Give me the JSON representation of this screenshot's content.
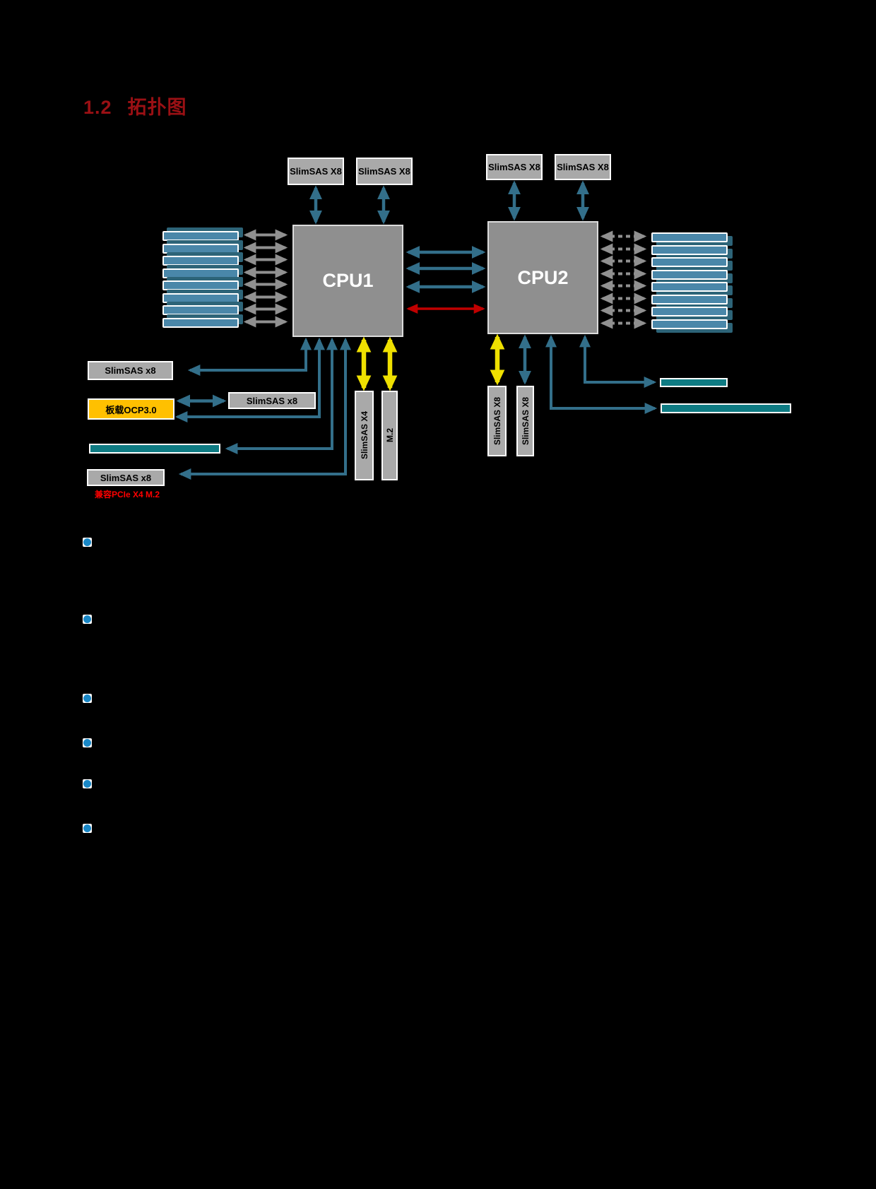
{
  "page": {
    "background_color": "#000000"
  },
  "heading": {
    "number": "1.2",
    "title": "拓扑图",
    "color": "#9A1014"
  },
  "diagram": {
    "cpus": [
      {
        "label": "CPU1"
      },
      {
        "label": "CPU2"
      }
    ],
    "top_connectors": [
      {
        "label": "SlimSAS X8"
      },
      {
        "label": "SlimSAS X8"
      },
      {
        "label": "SlimSAS X8"
      },
      {
        "label": "SlimSAS X8"
      }
    ],
    "left_panel": {
      "slimsas_upper": {
        "label": "SlimSAS x8"
      },
      "ocp": {
        "label": "板载OCP3.0",
        "color": "#FFC000"
      },
      "slimsas_middle": {
        "label": "SlimSAS x8"
      },
      "slimsas_lower": {
        "label": "SlimSAS x8"
      },
      "note": {
        "text": "兼容PCIe X4 M.2",
        "color": "#FF0000"
      }
    },
    "cpu1_vertical_connectors": [
      {
        "label": "SlimSAS X4"
      },
      {
        "label": "M.2"
      }
    ],
    "cpu2_vertical_connectors": [
      {
        "label": "SlimSAS X8"
      },
      {
        "label": "SlimSAS X8"
      }
    ],
    "memory": {
      "left_dimm_slots": 8,
      "right_dimm_slots": 8
    },
    "colors": {
      "cpu_fill": "#8F8F8F",
      "connector_fill": "#A9A9A9",
      "dimm_fill": "#4A87A9",
      "dimm_shadow": "#2D6478",
      "teal_bar_fill": "#0E7B83",
      "link_arrow_teal": "#336F8A",
      "memory_arrow_gray": "#909090",
      "special_link_red": "#C00000",
      "storage_arrow_yellow": "#EFE000",
      "bullet_blue": "#1987C6"
    }
  },
  "bullet_list": {
    "item_count": 6
  }
}
